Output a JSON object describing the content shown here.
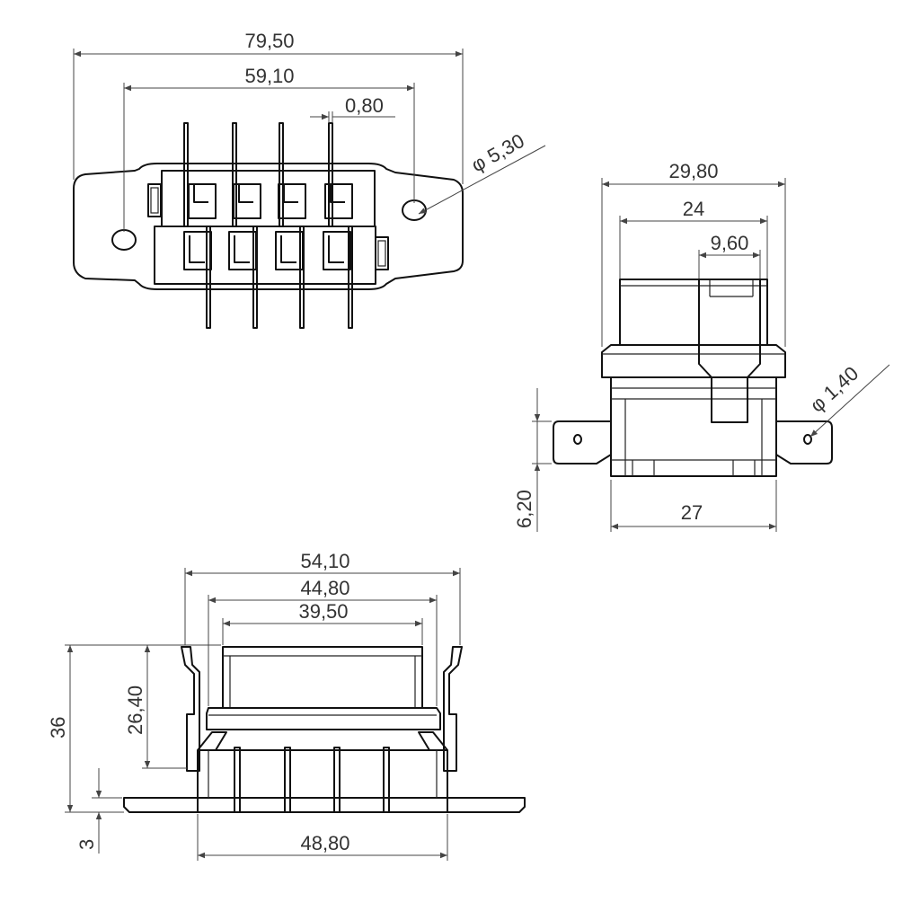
{
  "top_view": {
    "overall_width": "79,50",
    "hole_spacing": "59,10",
    "pin_thickness": "0,80",
    "hole_diameter": "φ 5,30"
  },
  "side_view": {
    "overall_width": "29,80",
    "body_width": "24",
    "latch_width": "9,60",
    "pin_hole_diameter": "φ 1,40",
    "flange_height": "6,20",
    "base_width": "27"
  },
  "front_view": {
    "overall_width": "54,10",
    "mid_width": "44,80",
    "cover_width": "39,50",
    "overall_height": "36",
    "body_height": "26,40",
    "flange_thickness": "3",
    "base_width": "48,80"
  },
  "colors": {
    "line": "#111111",
    "dimension": "#444444",
    "text": "#333333"
  }
}
